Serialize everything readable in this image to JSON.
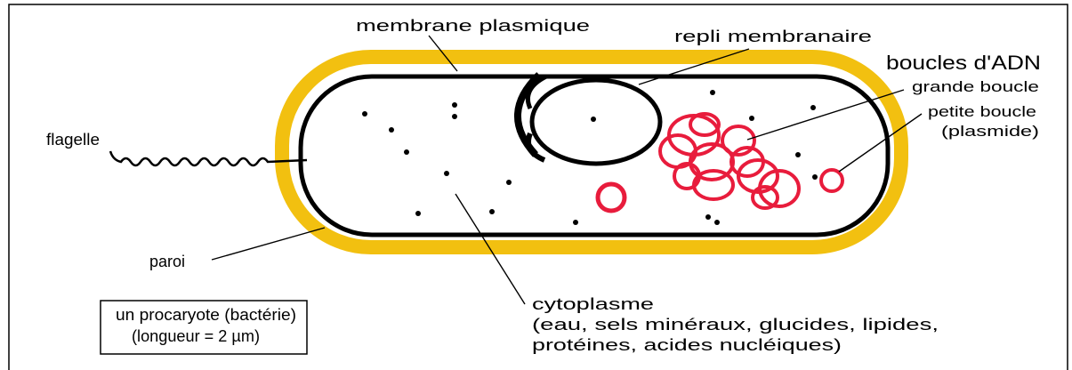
{
  "labels": {
    "membrane": "membrane plasmique",
    "repli": "repli membranaire",
    "boucles": "boucles d'ADN",
    "grande": "grande boucle",
    "petite": "petite boucle",
    "plasmide": "(plasmide)",
    "flagelle": "flagelle",
    "paroi": "paroi",
    "cytoplasme": "cytoplasme",
    "cyto_line1": "(eau, sels minéraux, glucides, lipides,",
    "cyto_line2": "protéines, acides nucléiques)"
  },
  "caption": {
    "line1": "un procaryote (bactérie)",
    "line2": "(longueur = 2 µm)"
  },
  "colors": {
    "wall": "#f2c010",
    "membrane": "#000000",
    "dna": "#e81c3c"
  }
}
